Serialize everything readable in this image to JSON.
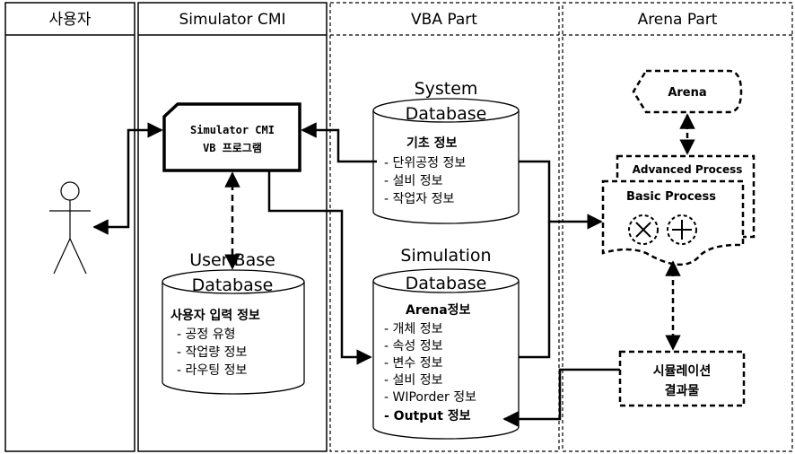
{
  "lanes": {
    "user": "사용자",
    "cmi": "Simulator CMI",
    "vba": "VBA Part",
    "arena": "Arena Part"
  },
  "cmi_program": {
    "line1": "Simulator CMI",
    "line2": "VB 프로그램"
  },
  "system_db": {
    "title1": "System",
    "title2": "Database",
    "heading": "기초 정보",
    "items": [
      "-  단위공정 정보",
      "-  설비 정보",
      "-  작업자 정보"
    ]
  },
  "user_db": {
    "title1": "User Base",
    "title2": "Database",
    "heading": "사용자 입력 정보",
    "items": [
      "-  공정 유형",
      "-  작업량 정보",
      "-  라우팅 정보"
    ]
  },
  "sim_db": {
    "title1": "Simulation",
    "title2": "Database",
    "heading": "Arena정보",
    "items": [
      "-  개체 정보",
      "-  속성 정보",
      "-  변수 정보",
      "-  설비 정보",
      "-  WIPorder 정보"
    ],
    "last_item": "-  Output 정보"
  },
  "arena": {
    "terminal": "Arena",
    "advanced": "Advanced Process",
    "basic": "Basic Process",
    "result1": "시뮬레이션",
    "result2": "결과물"
  }
}
